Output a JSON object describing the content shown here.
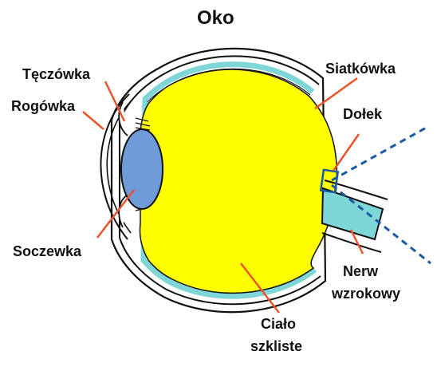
{
  "title": "Oko",
  "labels": {
    "teczowka": "Tęczówka",
    "rogowka": "Rogówka",
    "soczewka": "Soczewka",
    "siatkowka": "Siatkówka",
    "dolek": "Dołek",
    "nerw_line1": "Nerw",
    "nerw_line2": "wzrokowy",
    "cialo_line1": "Ciało",
    "cialo_line2": "szkliste"
  },
  "colors": {
    "vitreous": "#ffff00",
    "lens": "#6f9bd8",
    "retina": "#7fd6d6",
    "pointer": "#e8552a",
    "visual_axis": "#1a5aa0",
    "outline": "#111111"
  }
}
